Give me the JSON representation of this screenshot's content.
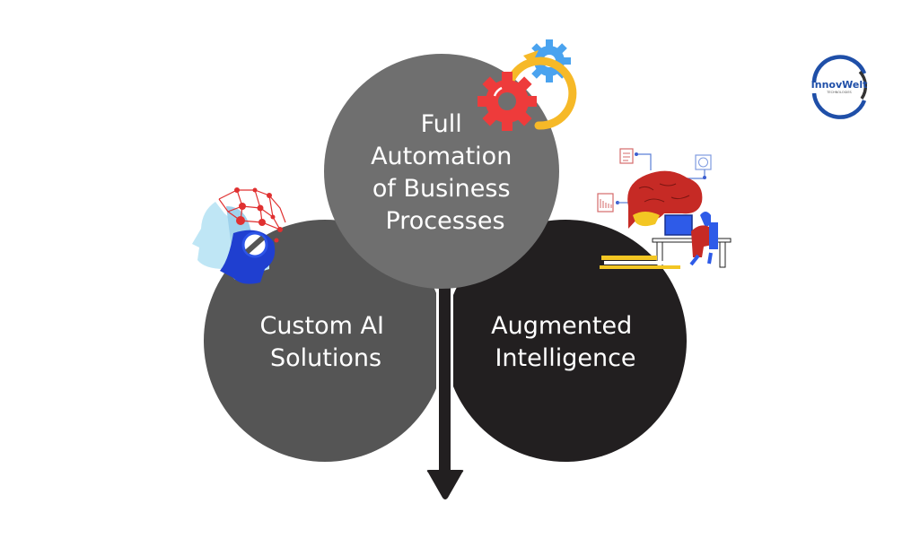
{
  "diagram": {
    "title": "",
    "colors": {
      "top_circle": "#6f6f6f",
      "left_circle": "#555555",
      "right_circle": "#221f20",
      "arrow": "#221f20",
      "text": "#ffffff"
    },
    "circles": [
      {
        "id": "full-automation",
        "lines": [
          "Full",
          "Automation",
          "of Business",
          "Processes"
        ],
        "icon": "gears-cycle-icon"
      },
      {
        "id": "custom-ai",
        "lines": [
          "Custom AI",
          "Solutions"
        ],
        "icon": "ai-robot-head-icon"
      },
      {
        "id": "augmented-intelligence",
        "lines": [
          "Augmented",
          "Intelligence"
        ],
        "icon": "brain-workstation-icon"
      }
    ],
    "arrow": {
      "direction": "down"
    }
  },
  "logo": {
    "name": "InnovWelt",
    "tagline": "TECHNOLOGIES",
    "colors": {
      "blue": "#1f4fa8",
      "dark": "#333333"
    }
  }
}
